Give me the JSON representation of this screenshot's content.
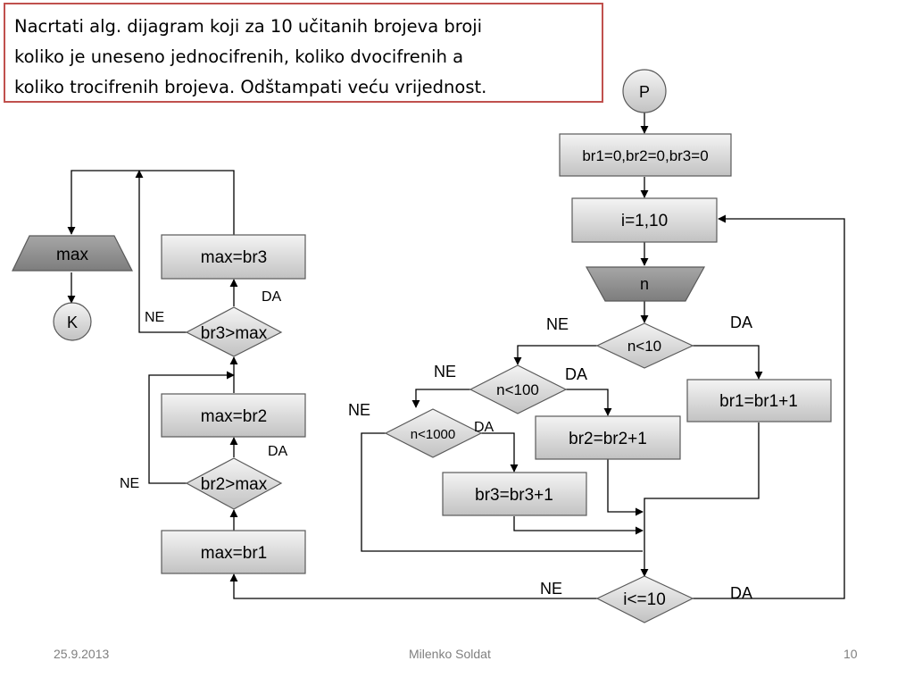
{
  "task": {
    "lines": [
      "Nacrtati alg. dijagram koji za 10 učitanih brojeva broji",
      "koliko je uneseno jednocifrenih, koliko dvocifrenih a",
      "koliko trocifrenih brojeva. Odštampati veću vrijednost."
    ]
  },
  "flowchart": {
    "start": "P",
    "init": "br1=0,br2=0,br3=0",
    "loop": "i=1,10",
    "input": "n",
    "cond_n10": "n<10",
    "cond_n100": "n<100",
    "cond_n1000": "n<1000",
    "inc_br1": "br1=br1+1",
    "inc_br2": "br2=br2+1",
    "inc_br3": "br3=br3+1",
    "cond_loop": "i<=10",
    "max_br1": "max=br1",
    "cond_br2": "br2>max",
    "max_br2": "max=br2",
    "cond_br3": "br3>max",
    "max_br3": "max=br3",
    "output": "max",
    "end": "K",
    "yes": "DA",
    "no": "NE"
  },
  "footer": {
    "date": "25.9.2013",
    "author": "Milenko Soldat",
    "page": "10"
  }
}
